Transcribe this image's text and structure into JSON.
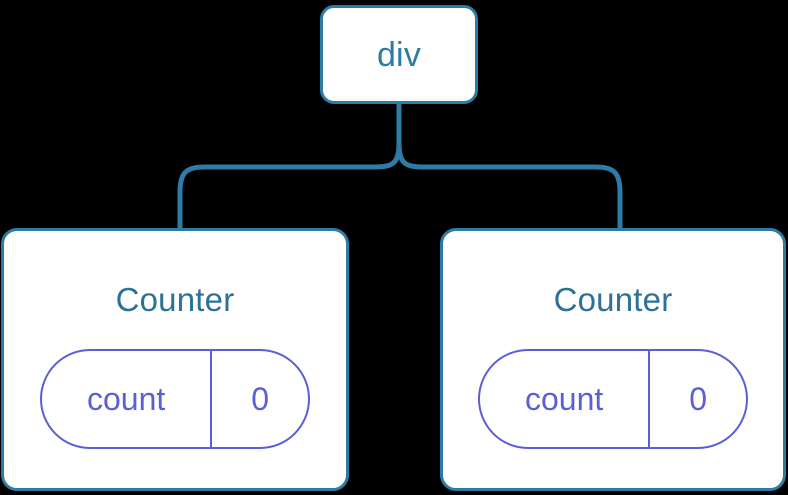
{
  "diagram": {
    "type": "component-tree",
    "background_color": "#000000",
    "colors": {
      "node_border": "#2e7ba6",
      "node_fill": "#ffffff",
      "root_text": "#2e7ba6",
      "child_text": "#2d7296",
      "pill_border": "#5b5fd6",
      "pill_text": "#5b5fd6",
      "connector": "#2e7ba6"
    },
    "root": {
      "label": "div"
    },
    "children": [
      {
        "label": "Counter",
        "state": {
          "key": "count",
          "value": "0"
        }
      },
      {
        "label": "Counter",
        "state": {
          "key": "count",
          "value": "0"
        }
      }
    ]
  }
}
